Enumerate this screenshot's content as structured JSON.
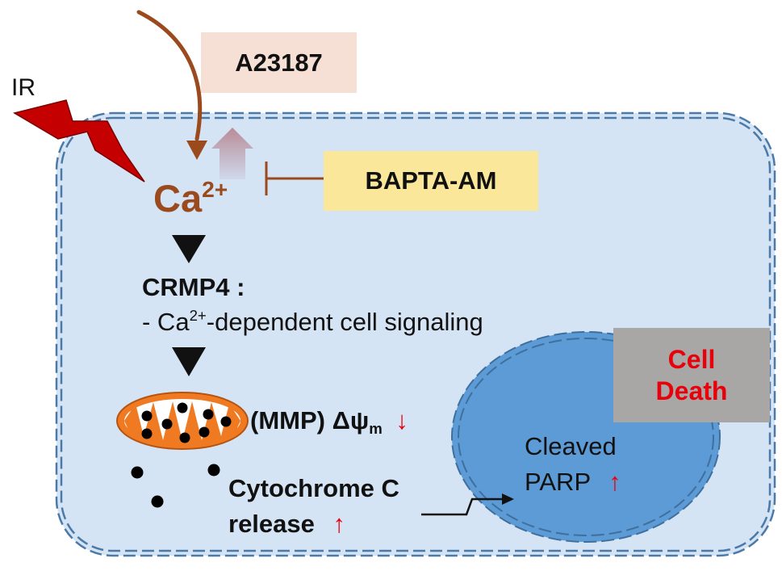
{
  "labels": {
    "ir": "IR",
    "a23187": "A23187",
    "bapta": "BAPTA-AM",
    "ca_base": "Ca",
    "ca_charge": "2+",
    "crmp4_title": "CRMP4 :",
    "signaling_prefix": "- Ca",
    "signaling_charge": "2+",
    "signaling_suffix": "-dependent cell signaling",
    "mmp_text": "(MMP) Δψ",
    "mmp_sub": "m",
    "down_arrow": "↓",
    "cyto_line1": "Cytochrome C",
    "cyto_line2": "release",
    "up_arrow": "↑",
    "cleaved_line1": "Cleaved",
    "cleaved_line2": "PARP",
    "cell_death_line1": "Cell",
    "cell_death_line2": "Death"
  },
  "colors": {
    "cell_fill": "#d5e4f4",
    "cell_border": "#4b7aa8",
    "nucleus_fill": "#5c9bd6",
    "a23187_box": "#f6e0d5",
    "bapta_box": "#fbe79a",
    "cell_death_box": "#a9a6a6",
    "calcium": "#9b4a1d",
    "ir_bolt": "#c40000",
    "mitochondria": "#ef7a22",
    "highlight_red": "#e8000b"
  },
  "icons": [
    "lightning-bolt-icon",
    "mitochondrion-icon",
    "curved-arrow-icon",
    "inhibition-bar-icon",
    "cytochrome-dot-icon"
  ]
}
